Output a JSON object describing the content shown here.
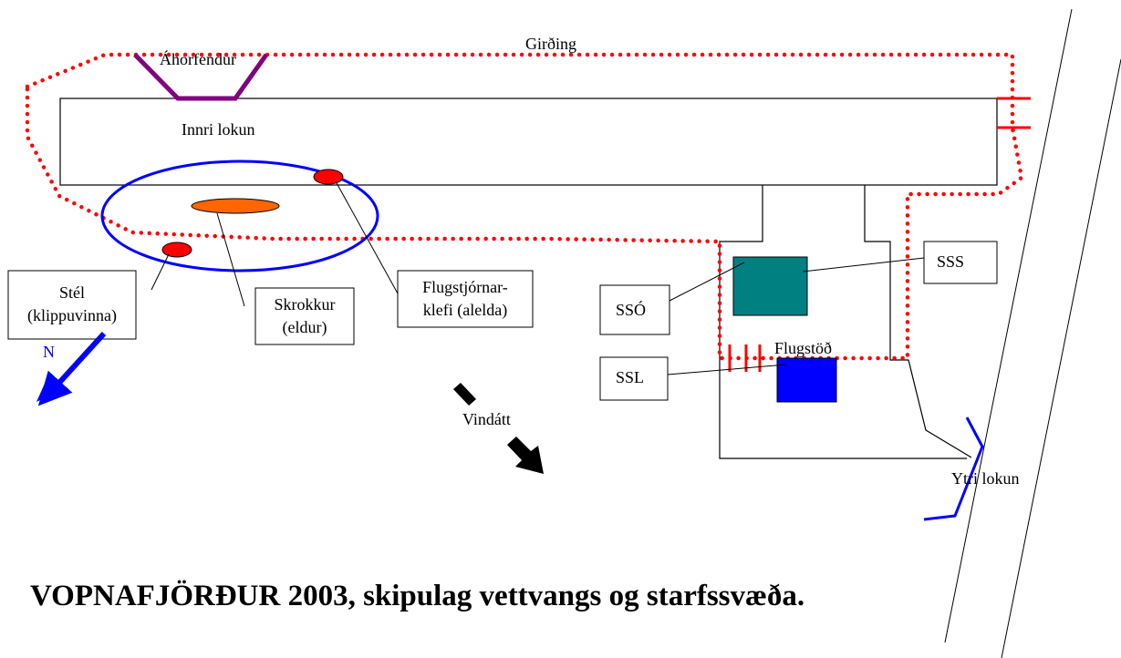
{
  "title": "VOPNAFJÖRÐUR 2003, skipulag vettvangs og starfssvæða.",
  "labels": {
    "fence": "Girðing",
    "spectators": "Áhorfendur",
    "inner_cordon": "Innri lokun",
    "outer_cordon": "Ytri lokun",
    "north": "N",
    "wind_direction": "Vindátt",
    "airport_building": "Flugstöð"
  },
  "boxes": {
    "tail_line1": "Stél",
    "tail_line2": "(klippuvinna)",
    "fuselage_line1": "Skrokkur",
    "fuselage_line2": "(eldur)",
    "cockpit_line1": "Flugstjórnar-",
    "cockpit_line2": "klefi (alelda)",
    "sso": "SSÓ",
    "sss": "SSS",
    "ssl": "SSL"
  },
  "colors": {
    "fence": "#ff0000",
    "cordon": "#0000ff",
    "spectators": "#800080",
    "wreck_part": "#ff0000",
    "fuselage": "#ff6600",
    "command_post": "#008080",
    "airport_building": "#0000ff",
    "north_arrow": "#0000ff",
    "wind_arrow": "#000000"
  }
}
